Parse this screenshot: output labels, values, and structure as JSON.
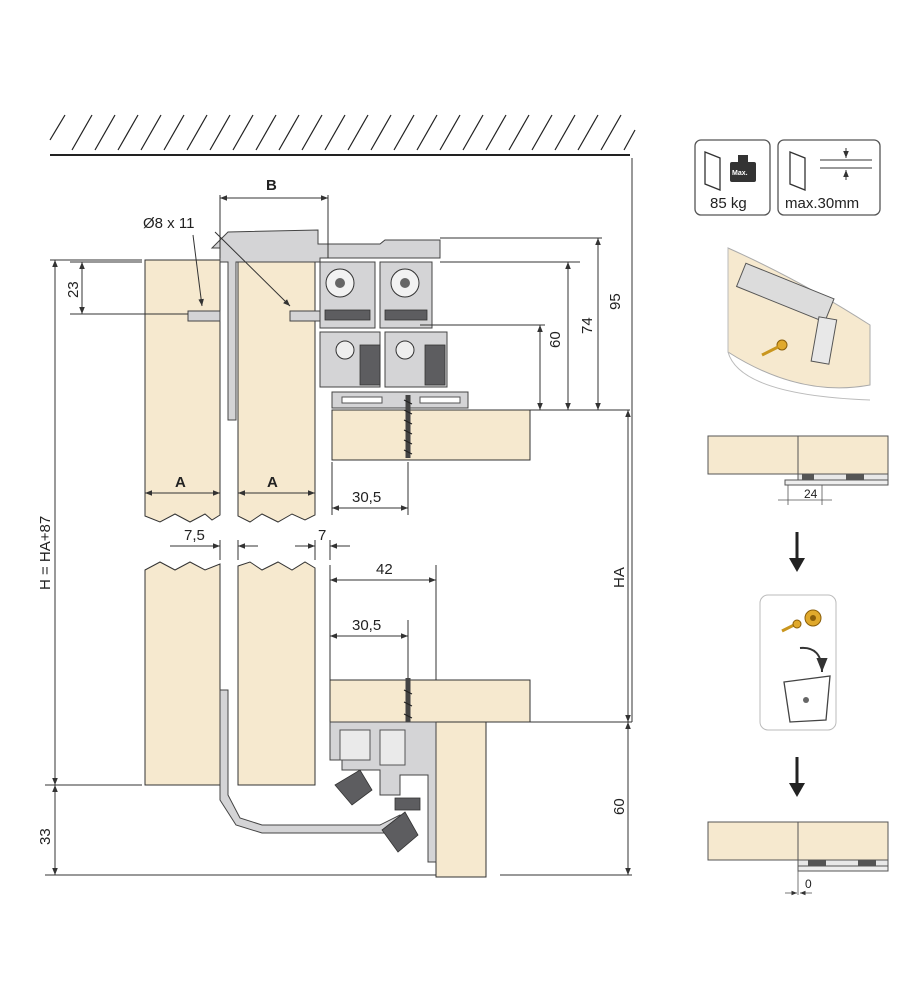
{
  "dimensions": {
    "b": "B",
    "hole": "Ø8 x 11",
    "d23": "23",
    "d95": "95",
    "d74": "74",
    "d60_top": "60",
    "a_left": "A",
    "a_right": "A",
    "d305_top": "30,5",
    "h_formula": "H = HA+87",
    "ha": "HA",
    "d75": "7,5",
    "d7": "7",
    "d42": "42",
    "d305_bottom": "30,5",
    "d60_bottom": "60",
    "d33": "33"
  },
  "specs": {
    "load_label": "85 kg",
    "weight_badge": "Max.",
    "thickness_label": "max.30mm"
  },
  "steps": {
    "gap_before": "24",
    "gap_after": "0"
  },
  "icons": [
    "weight-icon",
    "door-thickness-icon",
    "arrow-down-icon",
    "screw-icon",
    "trash-bin-icon"
  ]
}
